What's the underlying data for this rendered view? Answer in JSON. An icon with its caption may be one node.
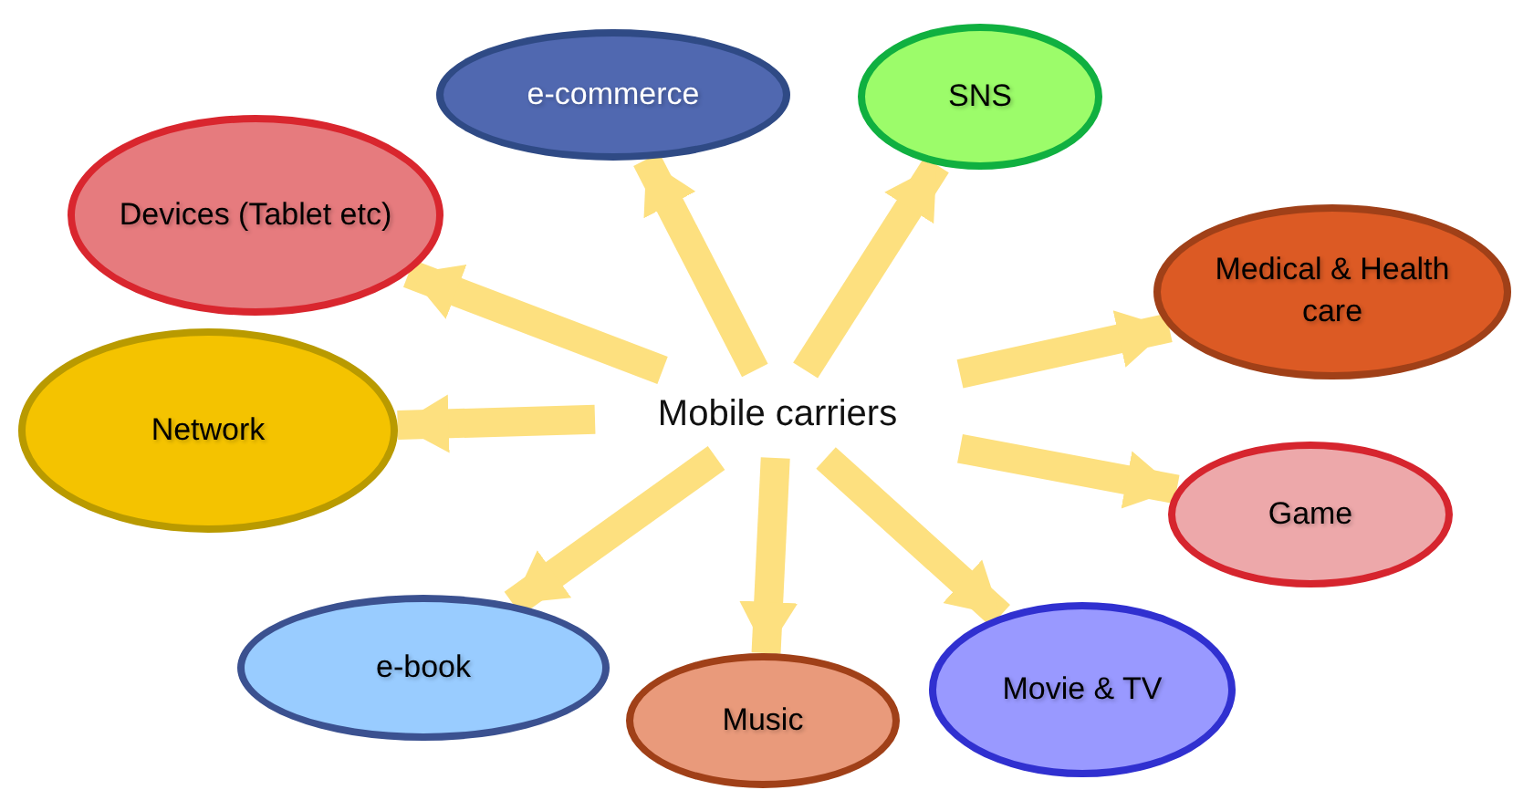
{
  "diagram": {
    "nodes": [
      {
        "text": [
          "e-commerce"
        ]
      },
      {
        "text": [
          "SNS"
        ]
      },
      {
        "text": [
          "Devices (Tablet etc)"
        ]
      },
      {
        "text": [
          "Medical & Health care"
        ]
      },
      {
        "text": [
          "Network"
        ]
      },
      {
        "text": [
          "Mobile carriers"
        ]
      },
      {
        "text": [
          "Game"
        ]
      },
      {
        "text": [
          "e-book"
        ]
      },
      {
        "text": [
          "Movie & TV"
        ]
      },
      {
        "text": [
          "Music"
        ]
      }
    ],
    "edges": [
      {
        "from": 5,
        "to": 0,
        "arrow": "to"
      },
      {
        "from": 5,
        "to": 1,
        "arrow": "to"
      },
      {
        "from": 5,
        "to": 2,
        "arrow": "to"
      },
      {
        "from": 5,
        "to": 3,
        "arrow": "to"
      },
      {
        "from": 5,
        "to": 4,
        "arrow": "to"
      },
      {
        "from": 5,
        "to": 6,
        "arrow": "to"
      },
      {
        "from": 5,
        "to": 7,
        "arrow": "to"
      },
      {
        "from": 5,
        "to": 8,
        "arrow": "to"
      },
      {
        "from": 5,
        "to": 9,
        "arrow": "to"
      }
    ]
  }
}
